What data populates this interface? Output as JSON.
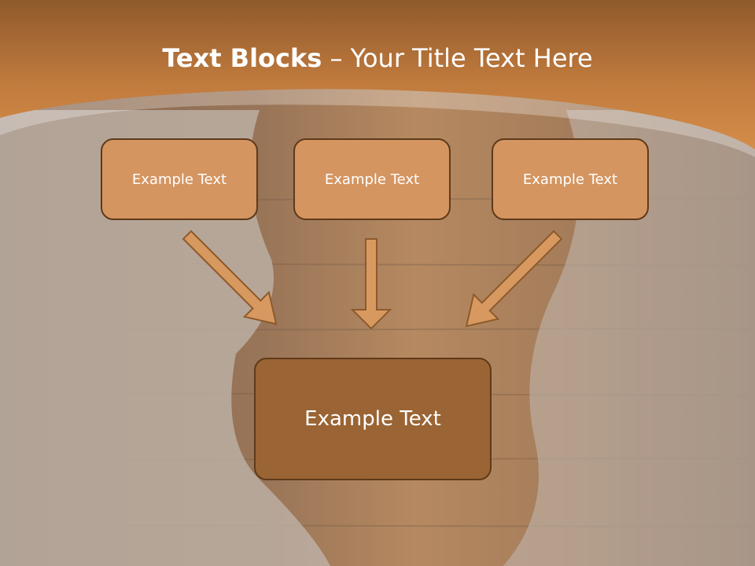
{
  "slide": {
    "title_bold": "Text Blocks",
    "title_dash": "–",
    "title_rest": "Your Title Text Here"
  },
  "blocks": {
    "top": [
      {
        "label": "Example Text"
      },
      {
        "label": "Example Text"
      },
      {
        "label": "Example Text"
      }
    ],
    "bottom": {
      "label": "Example Text"
    }
  },
  "colors": {
    "header_dark": "#8f5a2c",
    "header_light": "#d48d4a",
    "small_box_fill": "#d49560",
    "big_box_fill": "#9a6434",
    "box_border": "#5e3a1a",
    "arrow_fill": "#d7995f",
    "arrow_stroke": "#8d5a2c"
  }
}
